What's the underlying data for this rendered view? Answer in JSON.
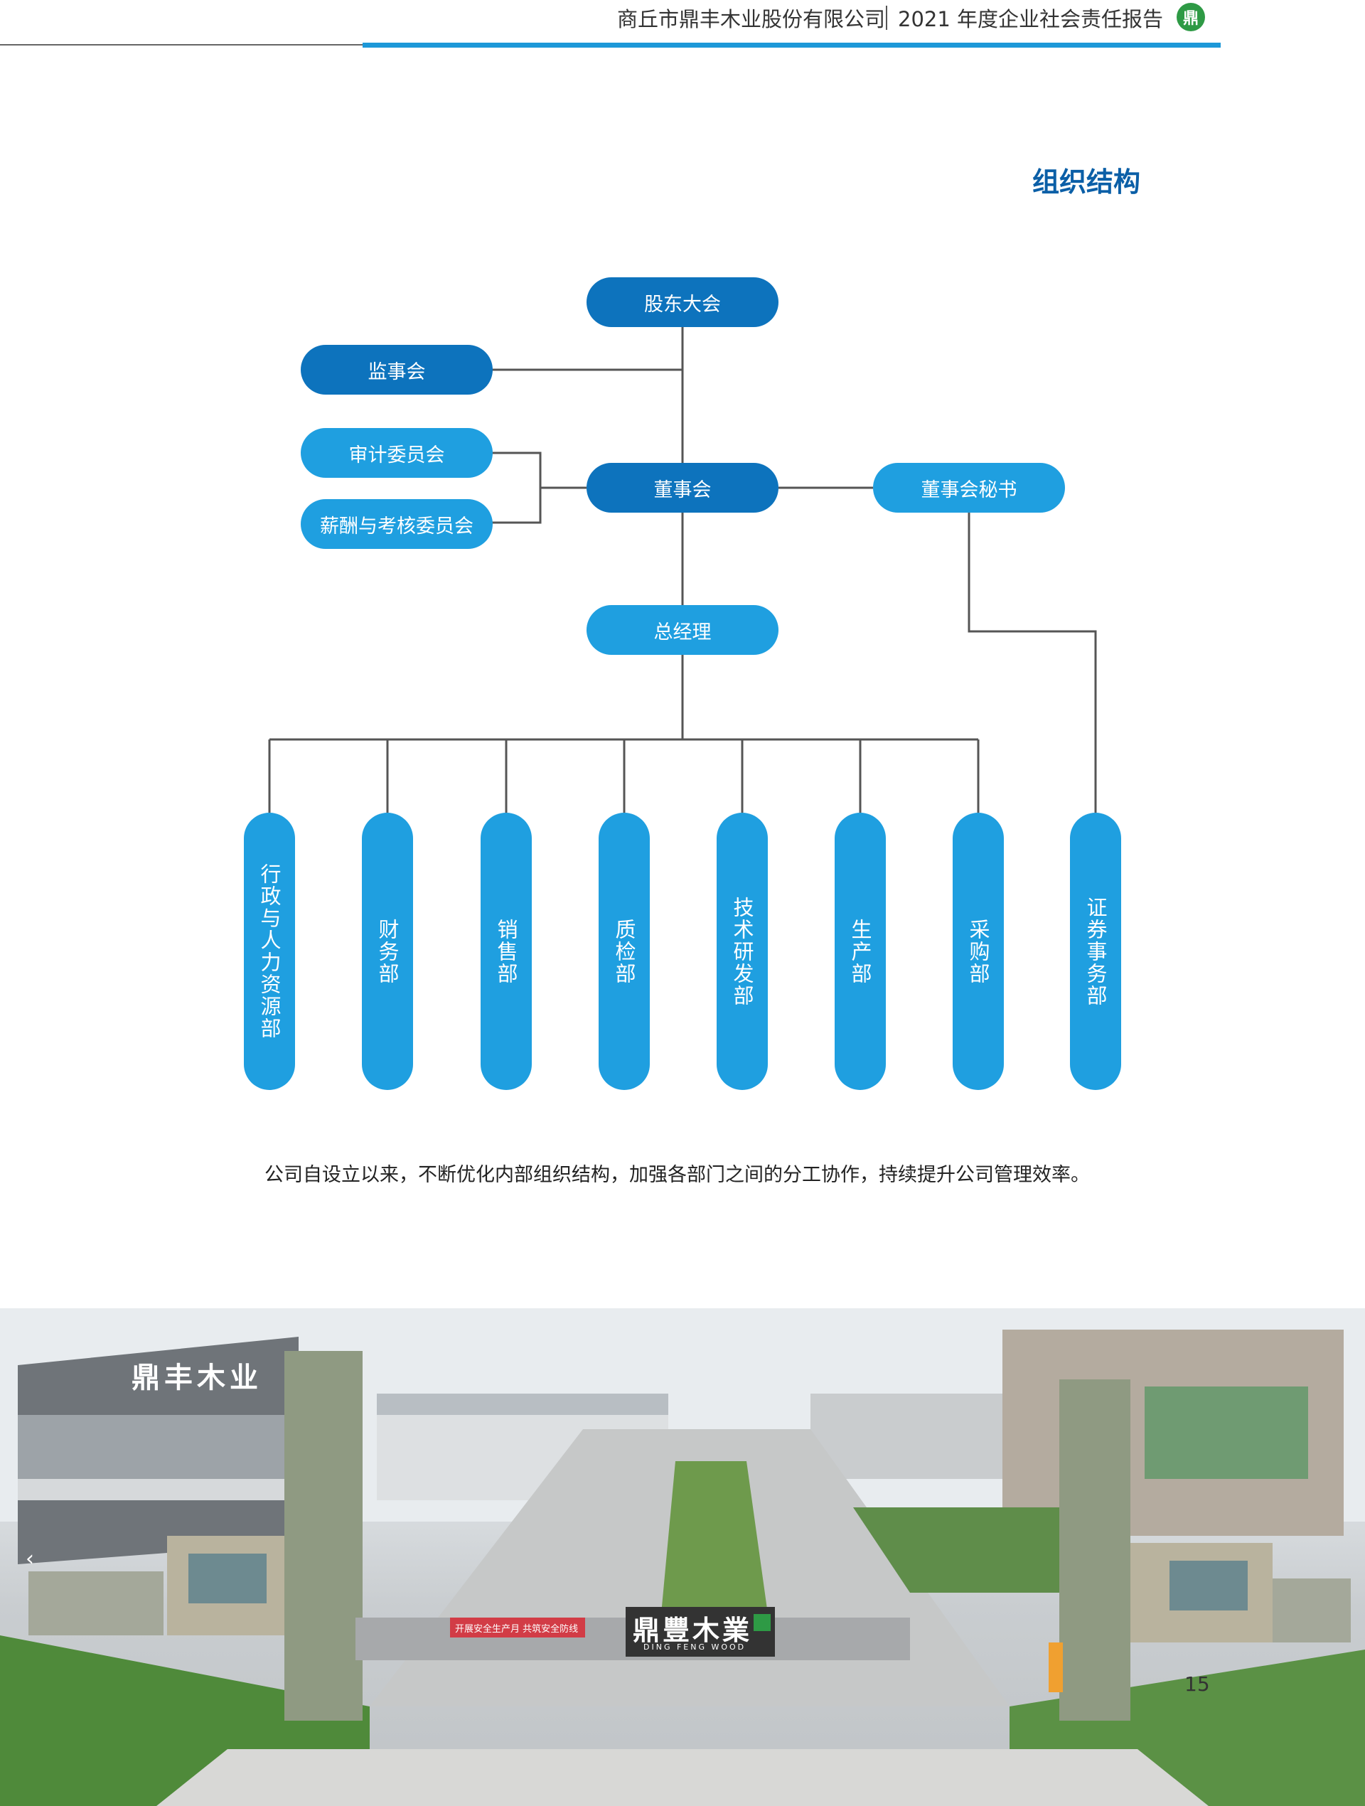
{
  "header": {
    "company_report_title": "商丘市鼎丰木业股份有限公司",
    "report_year_title": "2021 年度企业社会责任报告",
    "logo_char": "鼎"
  },
  "section": {
    "title": "组织结构"
  },
  "org_chart": {
    "shareholders_meeting": "股东大会",
    "supervisory_board": "监事会",
    "audit_committee": "审计委员会",
    "compensation_committee": "薪酬与考核委员会",
    "board_of_directors": "董事会",
    "board_secretary": "董事会秘书",
    "general_manager": "总经理",
    "departments": [
      "行政与人力资源部",
      "财务部",
      "销售部",
      "质检部",
      "技术研发部",
      "生产部",
      "采购部",
      "证券事务部"
    ]
  },
  "caption": "公司自设立以来，不断优化内部组织结构，加强各部门之间的分工协作，持续提升公司管理效率。",
  "photo": {
    "building_sign_left": "鼎丰木业",
    "gate_sign": "鼎豐木業",
    "gate_sign_sub": "DING FENG WOOD",
    "banner_text": "开展安全生产月 共筑安全防线"
  },
  "page": {
    "number": "15",
    "prev_arrow": "‹"
  },
  "colors": {
    "dark_node": "#0d73bd",
    "light_node": "#1f9fe0",
    "accent_line": "#1d98d8"
  }
}
